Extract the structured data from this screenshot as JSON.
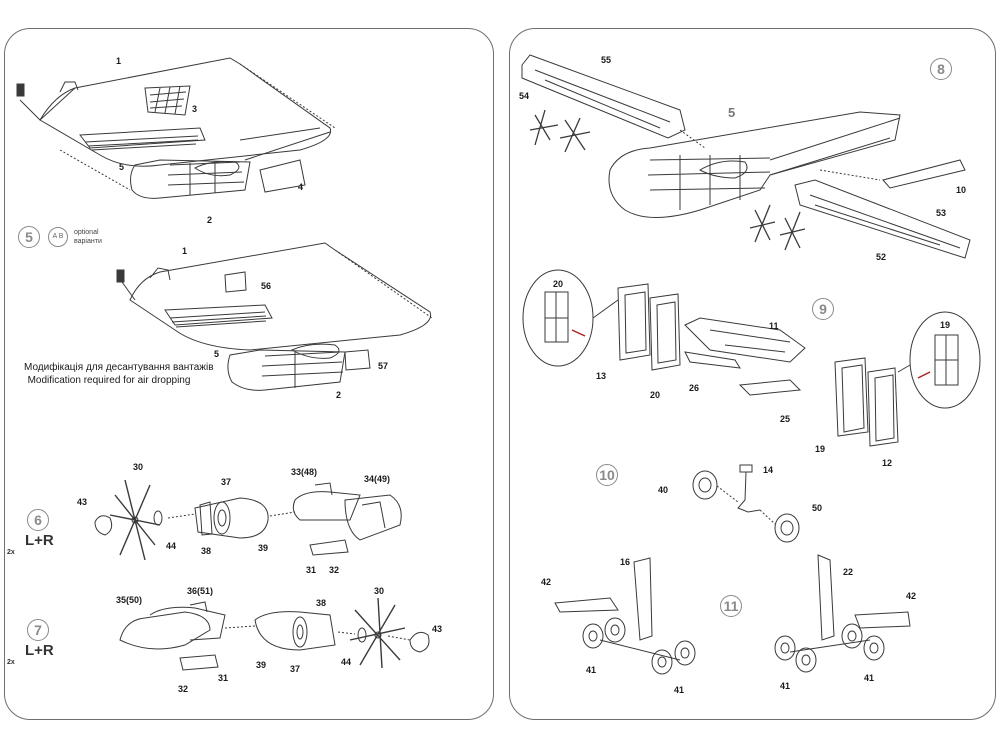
{
  "steps": {
    "s5": "5",
    "s6": "6",
    "s7": "7",
    "s8": "8",
    "s9": "9",
    "s10": "10",
    "s11": "11"
  },
  "optional": {
    "icon": "A B",
    "text_en": "optional",
    "text_ua": "варіанти"
  },
  "modification": {
    "line_ua": "Модифікація для десантування вантажів",
    "line_en": "Modification required for air dropping"
  },
  "left_right": {
    "s6": "L+R",
    "s7": "L+R"
  },
  "quantity": {
    "s6": "2x",
    "s7": "2x"
  },
  "labels": {
    "l1a": "1",
    "l3": "3",
    "l5a": "5",
    "l4": "4",
    "l2a": "2",
    "l1b": "1",
    "l56": "56",
    "l5b": "5",
    "l57": "57",
    "l2b": "2",
    "l30a": "30",
    "l43a": "43",
    "l44a": "44",
    "l37a": "37",
    "l38a": "38",
    "l39a": "39",
    "l33": "33(48)",
    "l34": "34(49)",
    "l31a": "31",
    "l32a": "32",
    "l35": "35(50)",
    "l36": "36(51)",
    "l38b": "38",
    "l30b": "30",
    "l43b": "43",
    "l39b": "39",
    "l37b": "37",
    "l44b": "44",
    "l32b": "32",
    "l31b": "31",
    "l55": "55",
    "l54": "54",
    "l5c": "5",
    "l10": "10",
    "l53": "53",
    "l52": "52",
    "l20a": "20",
    "l13": "13",
    "l20b": "20",
    "l11": "11",
    "l26": "26",
    "l25": "25",
    "l19a": "19",
    "l19b": "19",
    "l12": "12",
    "l14": "14",
    "l40": "40",
    "l50": "50",
    "l16": "16",
    "l42a": "42",
    "l41a": "41",
    "l41b": "41",
    "l22": "22",
    "l42b": "42",
    "l41c": "41",
    "l41d": "41"
  }
}
